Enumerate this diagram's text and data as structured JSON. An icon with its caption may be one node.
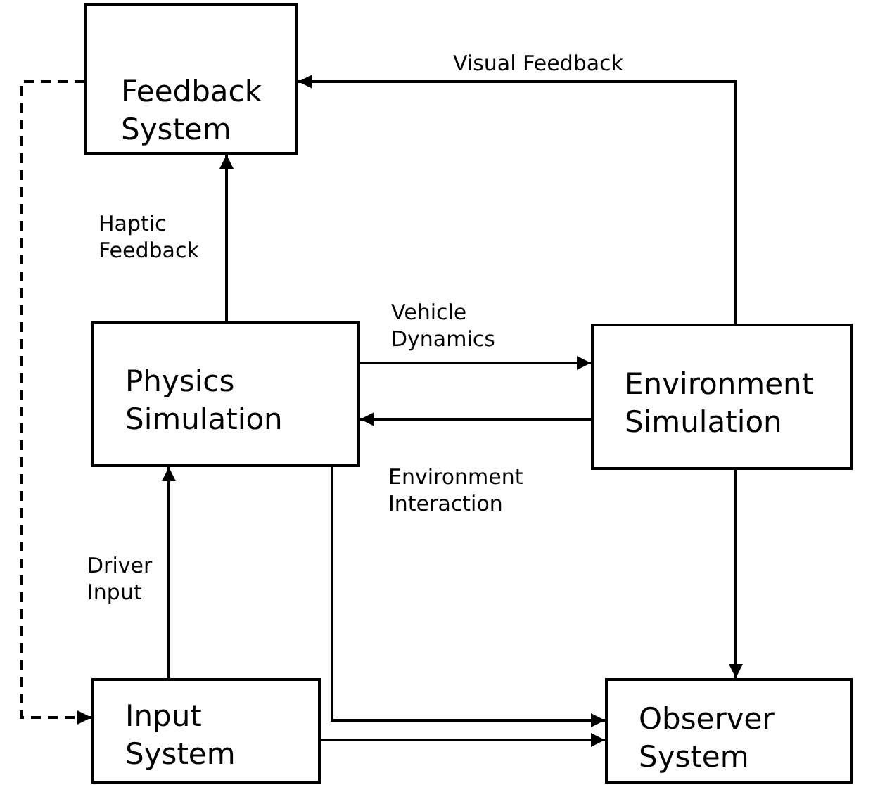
{
  "diagram": {
    "nodes": [
      {
        "text": [
          "Feedback System"
        ]
      },
      {
        "text": [
          "Physics Simulation"
        ]
      },
      {
        "text": [
          "Environment Simulation"
        ]
      },
      {
        "text": [
          "Input System"
        ]
      },
      {
        "text": [
          "Observer System"
        ]
      }
    ],
    "edges": [
      {
        "from": 1,
        "to": 0,
        "arrow": "to",
        "label": "Haptic Feedback"
      },
      {
        "from": 2,
        "to": 0,
        "arrow": "to",
        "label": "Visual Feedback"
      },
      {
        "from": 1,
        "to": 2,
        "arrow": "to",
        "label": "Vehicle Dynamics"
      },
      {
        "from": 2,
        "to": 1,
        "arrow": "to",
        "label": "Environment Interaction"
      },
      {
        "from": 3,
        "to": 1,
        "arrow": "to",
        "label": "Driver Input"
      },
      {
        "from": 0,
        "to": 3,
        "arrow": "to",
        "style": "dashed"
      },
      {
        "from": 1,
        "to": 4,
        "arrow": "to"
      },
      {
        "from": 2,
        "to": 4,
        "arrow": "to"
      },
      {
        "from": 3,
        "to": 4,
        "arrow": "to"
      }
    ]
  }
}
